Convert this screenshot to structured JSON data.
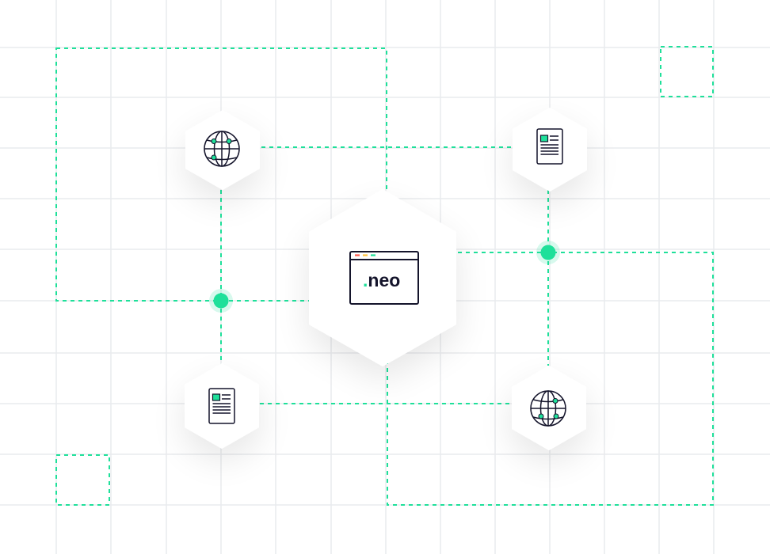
{
  "center_node": {
    "icon": "browser-window-icon",
    "text_dot": ".",
    "text": "neo"
  },
  "nodes": [
    {
      "name": "globe-node-top-left",
      "icon": "globe-icon"
    },
    {
      "name": "document-node-top-right",
      "icon": "document-icon"
    },
    {
      "name": "document-node-bottom-left",
      "icon": "document-icon"
    },
    {
      "name": "globe-node-bottom-right",
      "icon": "globe-icon"
    }
  ],
  "colors": {
    "accent": "#1fe09a",
    "grid": "#e9ebee",
    "ink": "#14142b",
    "window_dot_red": "#ff5a4e",
    "window_dot_yellow": "#ffc23d",
    "window_dot_green": "#1fe09a"
  }
}
